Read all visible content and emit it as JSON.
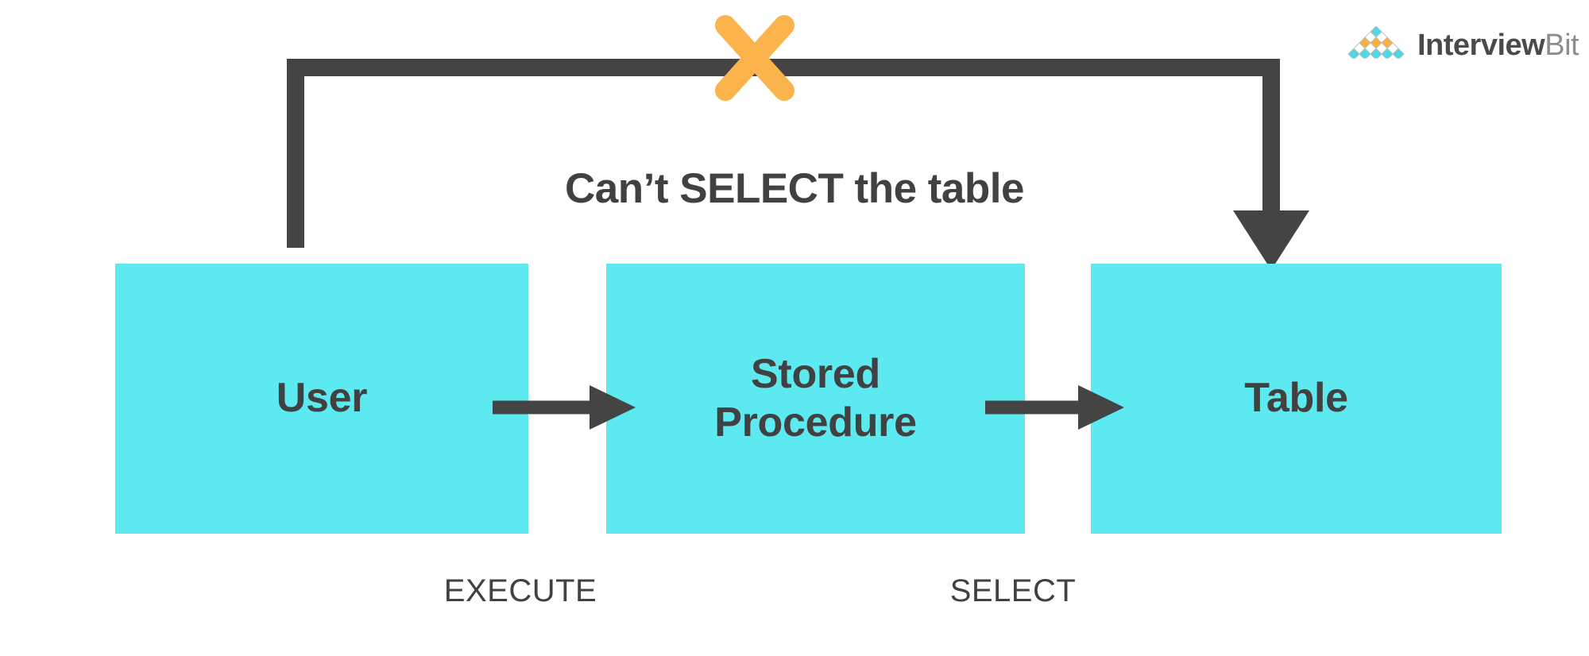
{
  "brand": {
    "name_primary": "Interview",
    "name_secondary": "Bit",
    "mark_icon": "diamond-pyramid-icon",
    "colors": {
      "cyan": "#4FD8E4",
      "orange": "#F6B13F",
      "text_dark": "#4a4a4a",
      "text_light": "#8d8d8d"
    }
  },
  "diagram": {
    "type": "flow",
    "caption": "Can’t SELECT the table",
    "blocked_marker": {
      "icon": "x-mark-icon",
      "color": "#FBB44C",
      "meaning": "blocked"
    },
    "colors": {
      "box_fill": "#5CE9F0",
      "stroke": "#444444",
      "text": "#414141",
      "background": "#FFFFFF"
    },
    "nodes": [
      {
        "id": "user",
        "label": "User"
      },
      {
        "id": "procedure",
        "label": "Stored Procedure",
        "label_line_1": "Stored",
        "label_line_2": "Procedure"
      },
      {
        "id": "table",
        "label": "Table"
      }
    ],
    "edges": [
      {
        "id": "execute",
        "from": "user",
        "to": "procedure",
        "label": "EXECUTE",
        "style": "solid-arrow",
        "allowed": true
      },
      {
        "id": "select",
        "from": "procedure",
        "to": "table",
        "label": "SELECT",
        "style": "solid-arrow",
        "allowed": true
      },
      {
        "id": "direct-select",
        "from": "user",
        "to": "table",
        "label": "",
        "style": "routed-arrow-over-top",
        "allowed": false
      }
    ]
  }
}
